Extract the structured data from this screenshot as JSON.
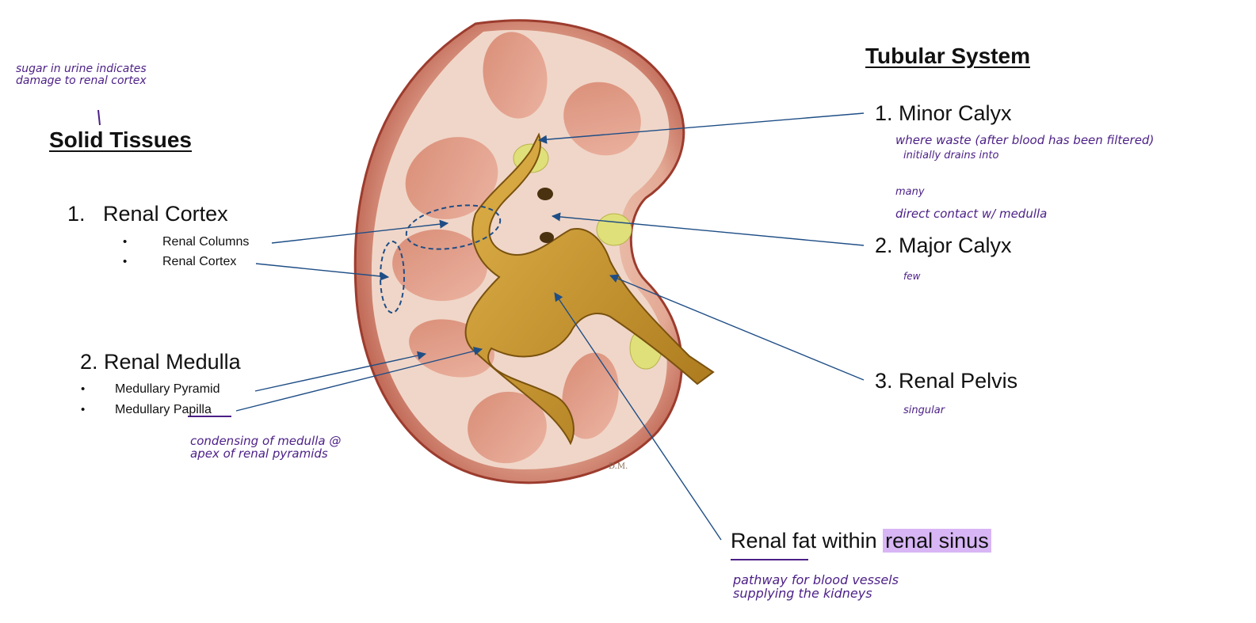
{
  "colors": {
    "ink": "#4b1f86",
    "arrow": "#1f4e86",
    "highlight": "#d8b6f5"
  },
  "left": {
    "note": "sugar in urine indicates\ndamage to renal cortex",
    "heading": "Solid Tissues",
    "cortex": {
      "label": "1.   Renal Cortex",
      "subs": [
        "Renal Columns",
        "Renal Cortex"
      ]
    },
    "medulla": {
      "label": "2. Renal Medulla",
      "subs": [
        "Medullary Pyramid",
        "Medullary"
      ],
      "papilla": "Papilla",
      "note": "condensing of medulla @\napex of renal pyramids"
    }
  },
  "right": {
    "heading": "Tubular System",
    "minor": {
      "label": "1. Minor Calyx",
      "notes": [
        "where waste (after blood has been filtered)",
        "initially drains into",
        "many",
        "direct contact w/ medulla"
      ]
    },
    "major": {
      "label": "2. Major Calyx",
      "notes": [
        "few"
      ]
    },
    "pelvis": {
      "label": "3. Renal Pelvis",
      "notes": [
        "singular"
      ]
    }
  },
  "fat": {
    "label": "Renal fat within",
    "highlight": "renal sinus",
    "note": "pathway for blood vessels\nsupplying the kidneys"
  },
  "signature": "D.M."
}
